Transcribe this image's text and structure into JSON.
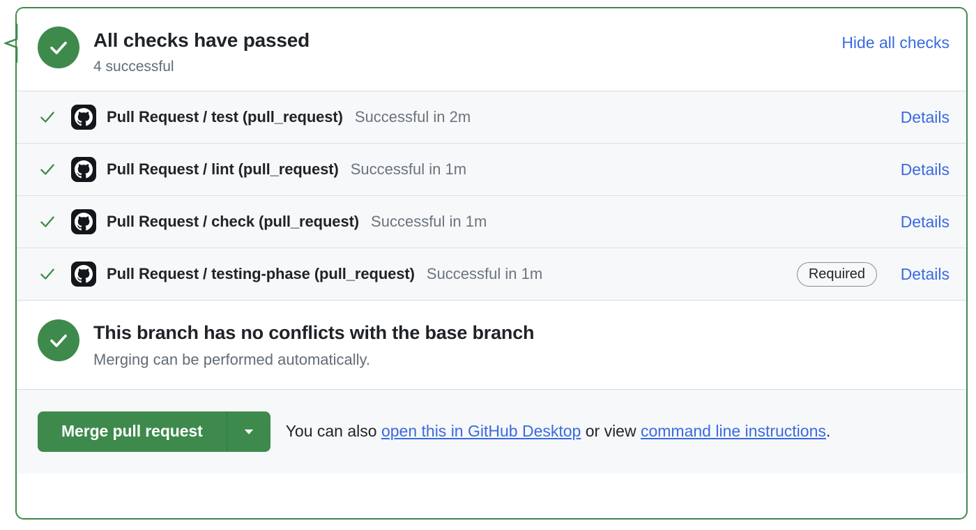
{
  "colors": {
    "border_green": "#3e8a4c",
    "success_green": "#3d8a4c",
    "link_blue": "#3a6ae0",
    "row_bg": "#f6f8fa",
    "text_primary": "#1f2328",
    "text_muted": "#636c76"
  },
  "header": {
    "status_icon": "check-circle-icon",
    "title": "All checks have passed",
    "subtitle": "4 successful",
    "hide_all_label": "Hide all checks"
  },
  "checks": [
    {
      "status_icon": "check-icon",
      "app_icon": "github-icon",
      "name": "Pull Request / test (pull_request)",
      "description": "Successful in 2m",
      "required": false,
      "required_label": "",
      "details_label": "Details"
    },
    {
      "status_icon": "check-icon",
      "app_icon": "github-icon",
      "name": "Pull Request / lint (pull_request)",
      "description": "Successful in 1m",
      "required": false,
      "required_label": "",
      "details_label": "Details"
    },
    {
      "status_icon": "check-icon",
      "app_icon": "github-icon",
      "name": "Pull Request / check (pull_request)",
      "description": "Successful in 1m",
      "required": false,
      "required_label": "",
      "details_label": "Details"
    },
    {
      "status_icon": "check-icon",
      "app_icon": "github-icon",
      "name": "Pull Request / testing-phase (pull_request)",
      "description": "Successful in 1m",
      "required": true,
      "required_label": "Required",
      "details_label": "Details"
    }
  ],
  "conflicts": {
    "status_icon": "check-circle-icon",
    "title": "This branch has no conflicts with the base branch",
    "subtitle": "Merging can be performed automatically."
  },
  "footer": {
    "merge_label": "Merge pull request",
    "caret_icon": "chevron-down-icon",
    "note_prefix": "You can also ",
    "desktop_link": "open this in GitHub Desktop",
    "note_middle": " or view ",
    "cli_link": "command line instructions",
    "note_suffix": "."
  }
}
